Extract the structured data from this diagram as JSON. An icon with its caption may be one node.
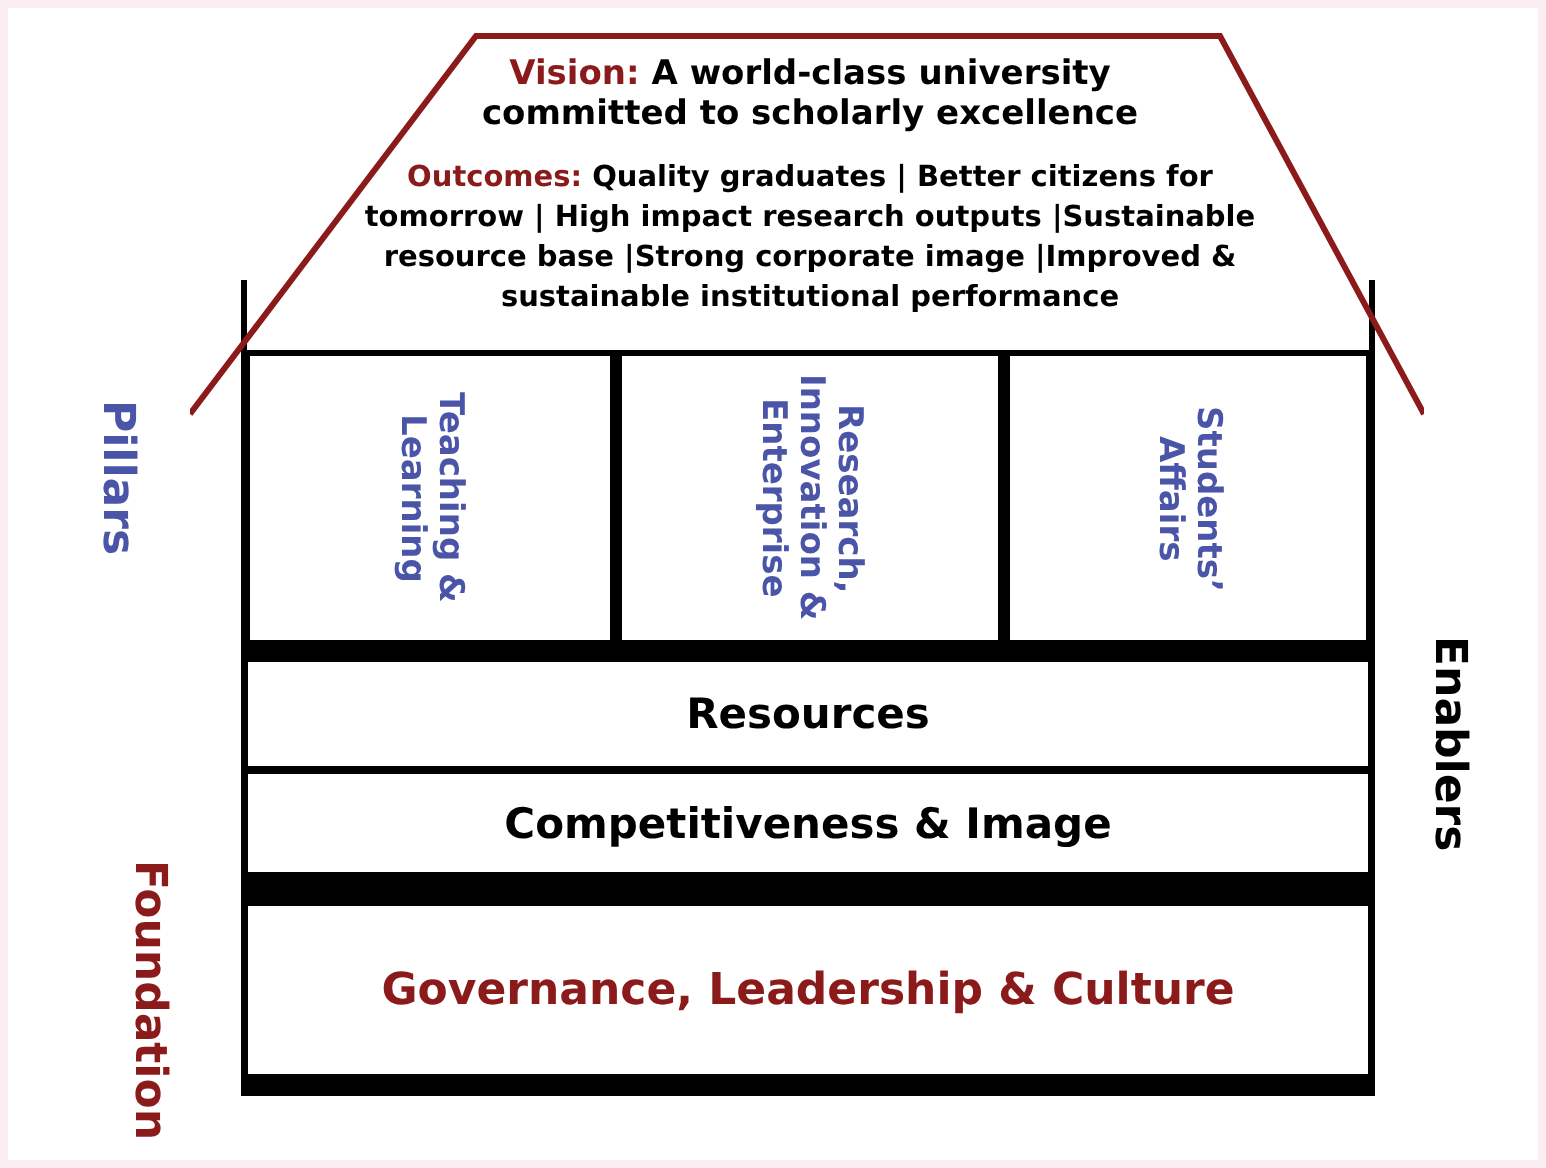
{
  "diagram": {
    "nodes": [
      {
        "text": [
          "Vision: A world-class university committed to scholarly excellence",
          "Outcomes: Quality graduates | Better citizens for tomorrow | High impact research outputs |Sustainable resource base |Strong corporate image |Improved & sustainable institutional performance"
        ]
      },
      {
        "text": [
          "Teaching & Learning"
        ]
      },
      {
        "text": [
          "Research, Innovation & Enterprise"
        ]
      },
      {
        "text": [
          "Students’ Affairs"
        ]
      },
      {
        "text": [
          "Resources"
        ]
      },
      {
        "text": [
          "Competitiveness & Image"
        ]
      },
      {
        "text": [
          "Governance, Leadership & Culture"
        ]
      }
    ],
    "edges": [],
    "labels": [
      "Pillars",
      "Enablers",
      "Foundation"
    ]
  }
}
